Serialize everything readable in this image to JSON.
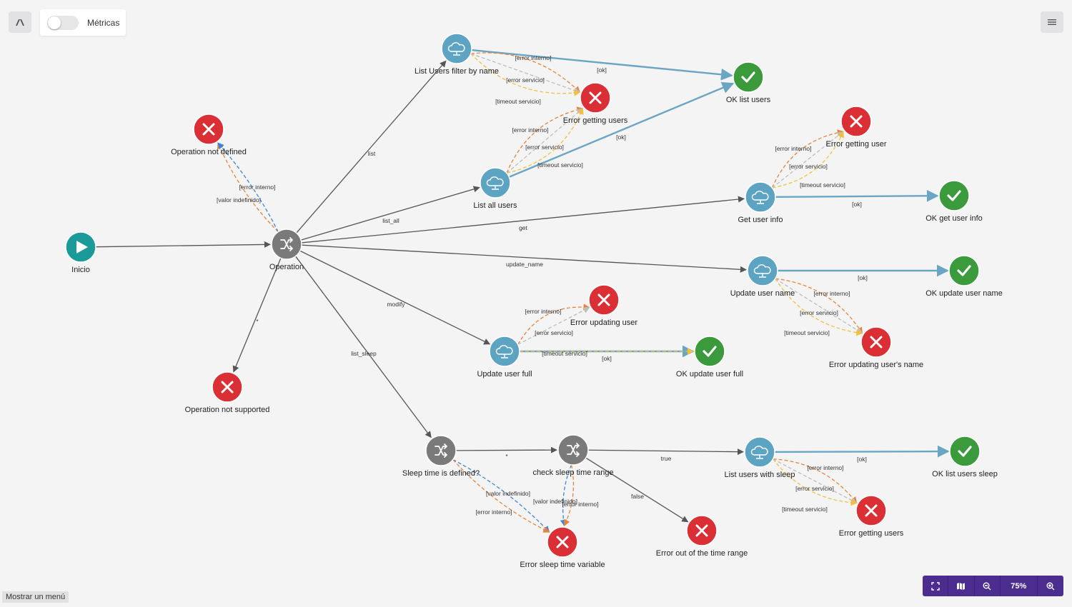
{
  "toolbar": {
    "metrics_label": "Métricas",
    "metrics_enabled": false
  },
  "zoom": {
    "level": "75%"
  },
  "footer": {
    "menu_button": "Mostrar un menú"
  },
  "colors": {
    "start": "#1a9b99",
    "gateway": "#7a7a7a",
    "service": "#5da4c3",
    "ok": "#3a9a3c",
    "error": "#d92f35",
    "edge_normal": "#555555",
    "edge_ok": "#6aa6c4",
    "edge_error_internal": "#e8843a",
    "edge_error_service": "#bdbdbd",
    "edge_timeout": "#f0c040",
    "edge_undefined": "#3d86d6"
  },
  "nodes": [
    {
      "id": "inicio",
      "type": "start",
      "label": "Inicio"
    },
    {
      "id": "operation",
      "type": "gateway",
      "label": "Operation"
    },
    {
      "id": "op_not_defined",
      "type": "error",
      "label": "Operation not defined"
    },
    {
      "id": "op_not_supported",
      "type": "error",
      "label": "Operation not supported"
    },
    {
      "id": "list_filter",
      "type": "service",
      "label": "List Users filter by name"
    },
    {
      "id": "err_get_users_1",
      "type": "error",
      "label": "Error getting users"
    },
    {
      "id": "ok_list_users",
      "type": "ok",
      "label": "OK list users"
    },
    {
      "id": "list_all",
      "type": "service",
      "label": "List all users"
    },
    {
      "id": "get_user_info",
      "type": "service",
      "label": "Get user info"
    },
    {
      "id": "err_get_user",
      "type": "error",
      "label": "Error getting user"
    },
    {
      "id": "ok_get_user_info",
      "type": "ok",
      "label": "OK get user info"
    },
    {
      "id": "update_name",
      "type": "service",
      "label": "Update user name"
    },
    {
      "id": "ok_update_name",
      "type": "ok",
      "label": "OK update user name"
    },
    {
      "id": "err_update_name",
      "type": "error",
      "label": "Error updating user's name"
    },
    {
      "id": "update_full",
      "type": "service",
      "label": "Update user full"
    },
    {
      "id": "err_update_user",
      "type": "error",
      "label": "Error updating user"
    },
    {
      "id": "ok_update_full",
      "type": "ok",
      "label": "OK update user full"
    },
    {
      "id": "sleep_defined",
      "type": "gateway",
      "label": "Sleep time is defined?"
    },
    {
      "id": "check_range",
      "type": "gateway",
      "label": "check sleep time range"
    },
    {
      "id": "err_sleep_var",
      "type": "error",
      "label": "Error sleep time variable"
    },
    {
      "id": "err_out_range",
      "type": "error",
      "label": "Error out of the time range"
    },
    {
      "id": "list_sleep",
      "type": "service",
      "label": "List users with sleep"
    },
    {
      "id": "ok_list_sleep",
      "type": "ok",
      "label": "OK list users sleep"
    },
    {
      "id": "err_get_users_2",
      "type": "error",
      "label": "Error getting users"
    }
  ],
  "edges": [
    {
      "from": "inicio",
      "to": "operation",
      "kind": "normal",
      "label": ""
    },
    {
      "from": "operation",
      "to": "op_not_defined",
      "kind": "error_internal",
      "label": "[error interno]"
    },
    {
      "from": "operation",
      "to": "op_not_defined",
      "kind": "undefined",
      "label": "[valor indefinido]"
    },
    {
      "from": "operation",
      "to": "op_not_supported",
      "kind": "normal",
      "label": "*"
    },
    {
      "from": "operation",
      "to": "list_filter",
      "kind": "normal",
      "label": "list"
    },
    {
      "from": "operation",
      "to": "list_all",
      "kind": "normal",
      "label": "list_all"
    },
    {
      "from": "operation",
      "to": "get_user_info",
      "kind": "normal",
      "label": "get"
    },
    {
      "from": "operation",
      "to": "update_name",
      "kind": "normal",
      "label": "update_name"
    },
    {
      "from": "operation",
      "to": "update_full",
      "kind": "normal",
      "label": "modify"
    },
    {
      "from": "operation",
      "to": "sleep_defined",
      "kind": "normal",
      "label": "list_sleep"
    },
    {
      "from": "list_filter",
      "to": "ok_list_users",
      "kind": "ok",
      "label": "[ok]"
    },
    {
      "from": "list_filter",
      "to": "err_get_users_1",
      "kind": "error_internal",
      "label": "[error interno]"
    },
    {
      "from": "list_filter",
      "to": "err_get_users_1",
      "kind": "error_service",
      "label": "[error servicio]"
    },
    {
      "from": "list_filter",
      "to": "err_get_users_1",
      "kind": "timeout",
      "label": "[timeout servicio]"
    },
    {
      "from": "list_all",
      "to": "ok_list_users",
      "kind": "ok",
      "label": "[ok]"
    },
    {
      "from": "list_all",
      "to": "err_get_users_1",
      "kind": "error_internal",
      "label": "[error interno]"
    },
    {
      "from": "list_all",
      "to": "err_get_users_1",
      "kind": "error_service",
      "label": "[error servicio]"
    },
    {
      "from": "list_all",
      "to": "err_get_users_1",
      "kind": "timeout",
      "label": "[timeout servicio]"
    },
    {
      "from": "get_user_info",
      "to": "ok_get_user_info",
      "kind": "ok",
      "label": "[ok]"
    },
    {
      "from": "get_user_info",
      "to": "err_get_user",
      "kind": "error_internal",
      "label": "[error interno]"
    },
    {
      "from": "get_user_info",
      "to": "err_get_user",
      "kind": "error_service",
      "label": "[error servicio]"
    },
    {
      "from": "get_user_info",
      "to": "err_get_user",
      "kind": "timeout",
      "label": "[timeout servicio]"
    },
    {
      "from": "update_name",
      "to": "ok_update_name",
      "kind": "ok",
      "label": "[ok]"
    },
    {
      "from": "update_name",
      "to": "err_update_name",
      "kind": "error_internal",
      "label": "[error interno]"
    },
    {
      "from": "update_name",
      "to": "err_update_name",
      "kind": "error_service",
      "label": "[error servicio]"
    },
    {
      "from": "update_name",
      "to": "err_update_name",
      "kind": "timeout",
      "label": "[timeout servicio]"
    },
    {
      "from": "update_full",
      "to": "ok_update_full",
      "kind": "ok",
      "label": "[ok]"
    },
    {
      "from": "update_full",
      "to": "err_update_user",
      "kind": "error_internal",
      "label": "[error interno]"
    },
    {
      "from": "update_full",
      "to": "err_update_user",
      "kind": "error_service",
      "label": "[error servicio]"
    },
    {
      "from": "update_full",
      "to": "ok_update_full",
      "kind": "timeout",
      "label": "[timeout servicio]"
    },
    {
      "from": "sleep_defined",
      "to": "check_range",
      "kind": "normal",
      "label": "*"
    },
    {
      "from": "sleep_defined",
      "to": "err_sleep_var",
      "kind": "undefined",
      "label": "[valor indefinido]"
    },
    {
      "from": "sleep_defined",
      "to": "err_sleep_var",
      "kind": "error_internal",
      "label": "[error interno]"
    },
    {
      "from": "check_range",
      "to": "err_sleep_var",
      "kind": "undefined",
      "label": "[valor indefinido]"
    },
    {
      "from": "check_range",
      "to": "err_sleep_var",
      "kind": "error_internal",
      "label": "[error interno]"
    },
    {
      "from": "check_range",
      "to": "list_sleep",
      "kind": "normal",
      "label": "true"
    },
    {
      "from": "check_range",
      "to": "err_out_range",
      "kind": "normal",
      "label": "false"
    },
    {
      "from": "list_sleep",
      "to": "ok_list_sleep",
      "kind": "ok",
      "label": "[ok]"
    },
    {
      "from": "list_sleep",
      "to": "err_get_users_2",
      "kind": "error_internal",
      "label": "[error interno]"
    },
    {
      "from": "list_sleep",
      "to": "err_get_users_2",
      "kind": "error_service",
      "label": "[error servicio]"
    },
    {
      "from": "list_sleep",
      "to": "err_get_users_2",
      "kind": "timeout",
      "label": "[timeout servicio]"
    }
  ]
}
